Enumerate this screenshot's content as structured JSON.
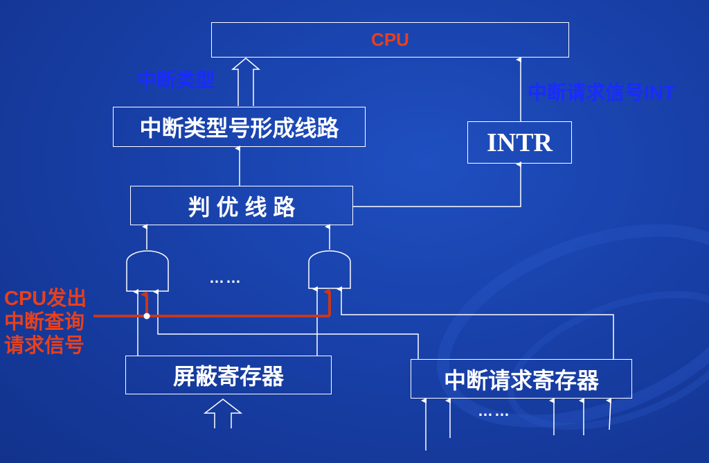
{
  "boxes": {
    "cpu": "CPU",
    "type_circuit": "中断类型号形成线路",
    "intr": "INTR",
    "priority": "判 优 线 路",
    "mask_reg": "屏蔽寄存器",
    "req_reg": "中断请求寄存器"
  },
  "labels": {
    "interrupt_type": "中断类型",
    "int_signal": "中断请求信号INT",
    "cpu_query_line1": "CPU发出",
    "cpu_query_line2": "中断查询",
    "cpu_query_line3": "请求信号",
    "gate_ellipsis": "……",
    "input_ellipsis": "……"
  },
  "colors": {
    "cpu_text": "#e8401c",
    "blue_label": "#1a2bff",
    "query_label": "#e8401c",
    "query_line": "#c8381a",
    "line": "#ffffff"
  }
}
